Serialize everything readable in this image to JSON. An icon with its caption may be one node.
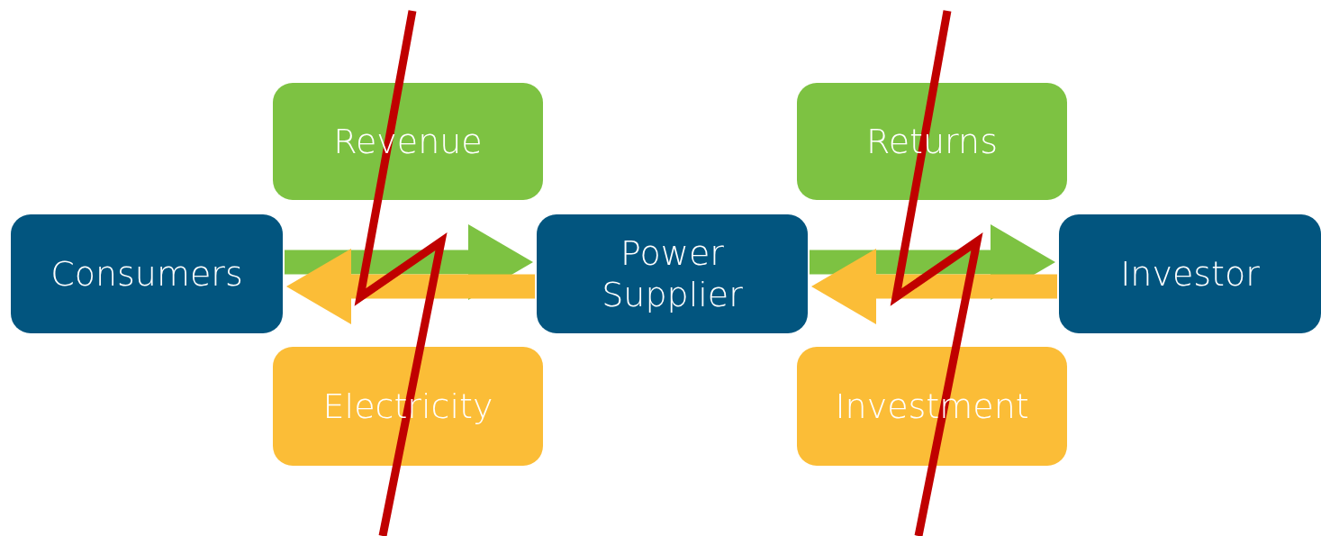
{
  "diagram": {
    "nodes": [
      {
        "text": [
          "Consumers"
        ]
      },
      {
        "text": [
          "Revenue"
        ]
      },
      {
        "text": [
          "Electricity"
        ]
      },
      {
        "text": [
          "Power Supplier"
        ]
      },
      {
        "text": [
          "Returns"
        ]
      },
      {
        "text": [
          "Investment"
        ]
      },
      {
        "text": [
          "Investor"
        ]
      }
    ],
    "edges": [
      {
        "from": 0,
        "to": 3,
        "arrow": "to",
        "color": "#7dc242"
      },
      {
        "from": 3,
        "to": 0,
        "arrow": "to",
        "color": "#fbbd37"
      },
      {
        "from": 3,
        "to": 6,
        "arrow": "to",
        "color": "#7dc242"
      },
      {
        "from": 6,
        "to": 3,
        "arrow": "to",
        "color": "#fbbd37"
      }
    ]
  }
}
